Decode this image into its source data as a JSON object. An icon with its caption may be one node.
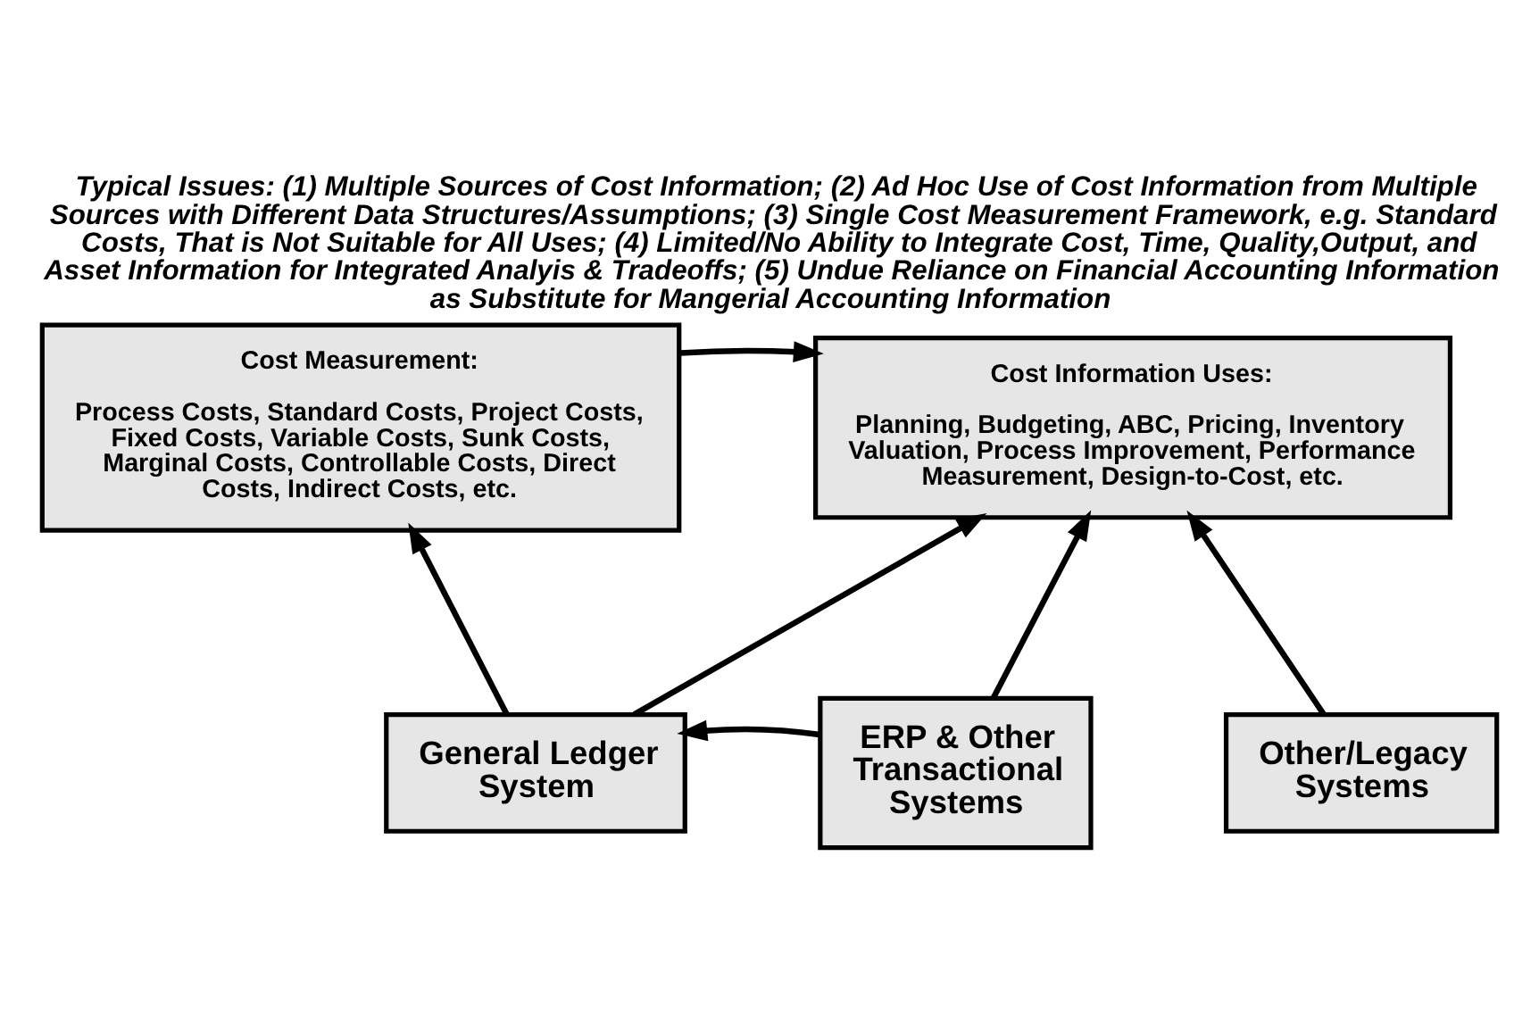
{
  "diagram": {
    "title": "Typical Issues: (1) Multiple Sources of Cost Information; (2) Ad Hoc Use of Cost Information from Multiple Sources with Different Data Structures/Assumptions; (3) Single Cost Measurement Framework, e.g. Standard Costs, That is Not Suitable for All Uses; (4) Limited/No Ability to Integrate Cost, Time, Quality,Output, and Asset Information for Integrated Analyis & Tradeoffs; (5) Undue Reliance on Financial Accounting Information as Substitute for Mangerial Accounting Information",
    "nodes": [
      {
        "text": [
          "Cost Measurement:",
          "Process Costs, Standard Costs, Project Costs, Fixed Costs, Variable Costs, Sunk Costs, Marginal Costs, Controllable Costs, Direct Costs, Indirect Costs, etc."
        ]
      },
      {
        "text": [
          "Cost Information Uses:",
          "Planning, Budgeting, ABC, Pricing, Inventory Valuation, Process Improvement, Performance Measurement, Design-to-Cost, etc."
        ]
      },
      {
        "text": [
          "General Ledger System"
        ]
      },
      {
        "text": [
          "ERP & Other Transactional Systems"
        ]
      },
      {
        "text": [
          "Other/Legacy Systems"
        ]
      }
    ],
    "edges": [
      {
        "from": 0,
        "to": 1,
        "arrow": "to"
      },
      {
        "from": 2,
        "to": 0,
        "arrow": "to"
      },
      {
        "from": 2,
        "to": 1,
        "arrow": "to"
      },
      {
        "from": 3,
        "to": 1,
        "arrow": "to"
      },
      {
        "from": 3,
        "to": 2,
        "arrow": "to"
      },
      {
        "from": 4,
        "to": 1,
        "arrow": "to"
      }
    ]
  }
}
